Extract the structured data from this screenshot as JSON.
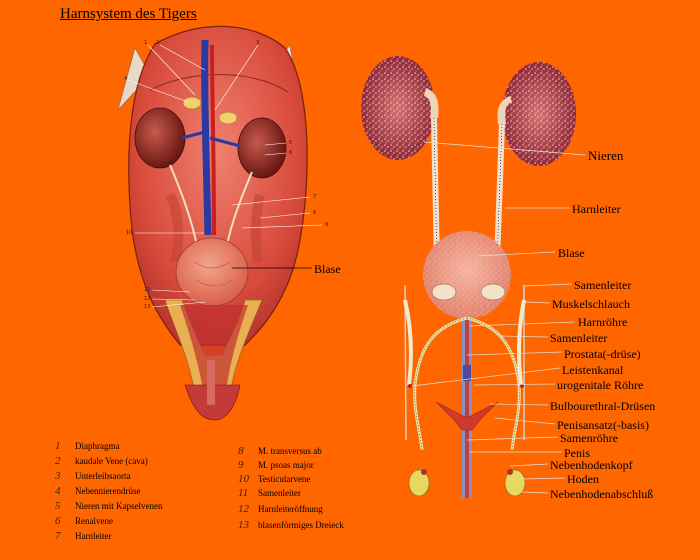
{
  "title": "Harnsystem des Tigers",
  "legend_left": [
    {
      "num": "1",
      "label": "Diaphragma"
    },
    {
      "num": "2",
      "label": "kaudale Vene (cava)"
    },
    {
      "num": "3",
      "label": "Unterleibsaorta"
    },
    {
      "num": "4",
      "label": "Nebennierendrüse"
    },
    {
      "num": "5",
      "label": "Nieren mit Kapselvenen"
    },
    {
      "num": "6",
      "label": "Renalvene"
    },
    {
      "num": "7",
      "label": "Harnleiter"
    }
  ],
  "legend_right": [
    {
      "num": "8",
      "label": "M. transversus ab"
    },
    {
      "num": "9",
      "label": "M. psoas major"
    },
    {
      "num": "10",
      "label": "Testicularvene"
    },
    {
      "num": "11",
      "label": "Samenleiter"
    },
    {
      "num": "12",
      "label": "Harnleiteröffnung"
    },
    {
      "num": "13",
      "label": "blasenförmiges Dreieck"
    }
  ],
  "left_labels": {
    "blase": "Blase",
    "n1": "1",
    "n2": "2",
    "n3": "3",
    "n4": "4",
    "n5": "5",
    "n6": "6",
    "n7": "7",
    "n8": "8",
    "n9": "9",
    "n10": "10",
    "n11": "11",
    "n12": "12",
    "n13": "13"
  },
  "right_labels": {
    "nieren": "Nieren",
    "harnleiter": "Harnleiter",
    "blase": "Blase",
    "samenleiter1": "Samenleiter",
    "muskelschlauch": "Muskelschlauch",
    "harnroehre": "Harnröhre",
    "samenleiter2": "Samenleiter",
    "prostata": "Prostata(-drüse)",
    "leistenkanal": "Leistenkanal",
    "urogenitale": "urogenitale Röhre",
    "bulbourethral": "Bulbourethral-Drüsen",
    "penisansatz": "Penisansatz(-basis)",
    "samenroehre": "Samenröhre",
    "penis": "Penis",
    "nebenhodenkopf": "Nebenhodenkopf",
    "hoden": "Hoden",
    "nebenhodenabschluss": "Nebenhodenabschluß"
  }
}
